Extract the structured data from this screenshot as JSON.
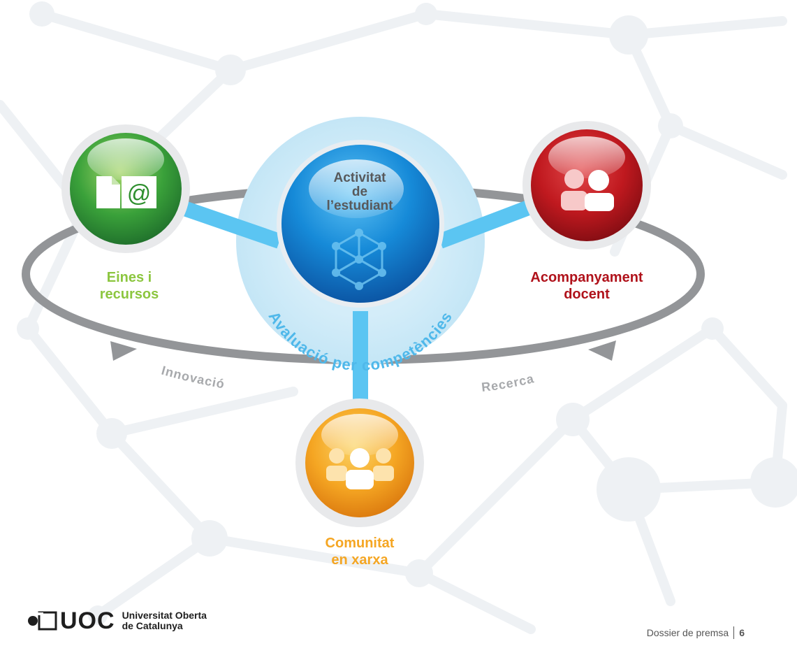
{
  "diagram": {
    "center": {
      "lines": [
        "Activitat",
        "de",
        "l’estudiant"
      ],
      "icon": "molecule-cube-icon"
    },
    "ring_text": "Avaluació per competències",
    "nodes": [
      {
        "id": "eines",
        "lines": [
          "Eines i",
          "recursos"
        ],
        "color": "#8cc63f",
        "icon": "document-at-icon"
      },
      {
        "id": "acompanyament",
        "lines": [
          "Acompanyament",
          "docent"
        ],
        "color": "#b0121b",
        "icon": "two-people-icon"
      },
      {
        "id": "comunitat",
        "lines": [
          "Comunitat",
          "en xarxa"
        ],
        "color": "#f5a623",
        "icon": "group-people-icon"
      }
    ],
    "cycle_labels": {
      "left": "Innovació",
      "right": "Recerca"
    },
    "colors": {
      "connector": "#5bc5f2",
      "ellipse": "#939598",
      "center_blue": "#0b72c6",
      "halo": "#d4edf9"
    }
  },
  "footer": {
    "logo_word": "UOC",
    "logo_name": [
      "Universitat Oberta",
      "de Catalunya"
    ],
    "page_label": "Dossier de premsa",
    "page_number": "6"
  }
}
